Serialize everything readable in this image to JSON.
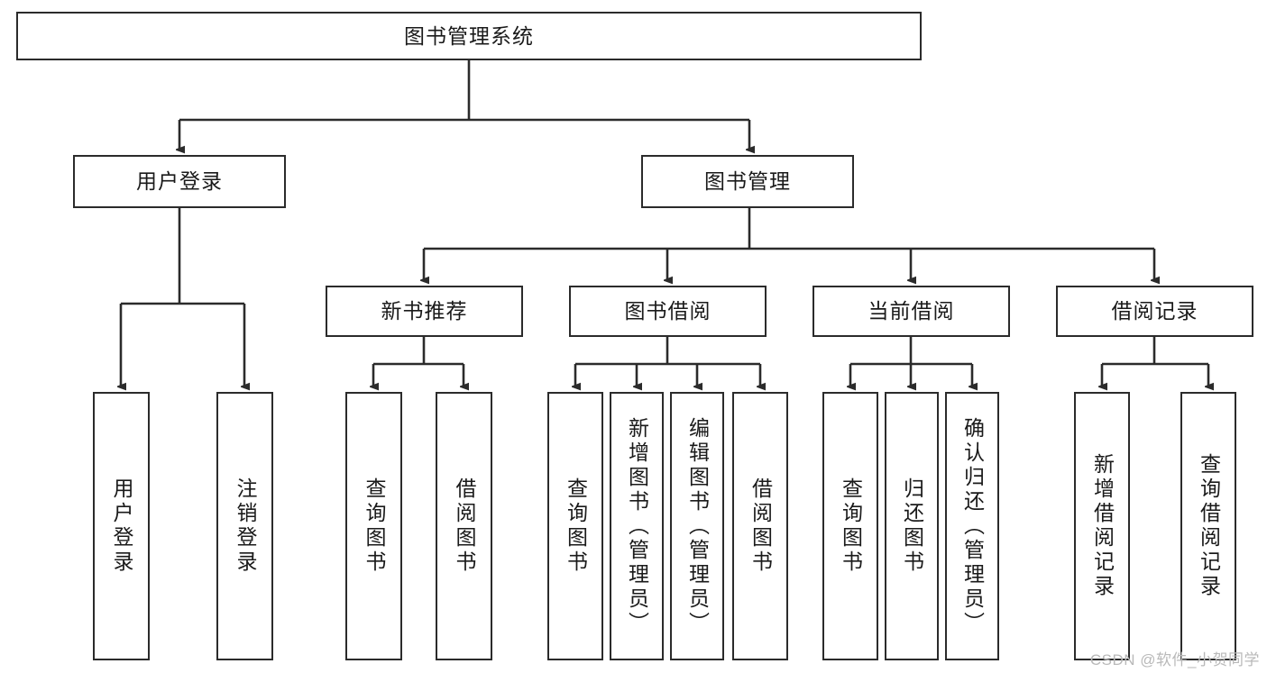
{
  "diagram": {
    "title": "图书管理系统",
    "watermark": "CSDN @软件_小贺同学",
    "colors": {
      "box_border": "#2b2b2b",
      "box_fill": "#ffffff",
      "edge": "#2b2b2b",
      "text": "#1a1a1a",
      "watermark": "#b9b9b9",
      "background": "#ffffff"
    },
    "levels": {
      "root": "图书管理系统",
      "level2": [
        "用户登录",
        "图书管理"
      ],
      "level3": [
        "新书推荐",
        "图书借阅",
        "当前借阅",
        "借阅记录"
      ]
    },
    "nodes": {
      "root": {
        "label": "图书管理系统"
      },
      "user_login": {
        "label": "用户登录"
      },
      "book_manage": {
        "label": "图书管理"
      },
      "new_book_rec": {
        "label": "新书推荐"
      },
      "book_borrow": {
        "label": "图书借阅"
      },
      "current_borrow": {
        "label": "当前借阅"
      },
      "borrow_record": {
        "label": "借阅记录"
      },
      "leaf_user_login": {
        "label": "用户登录"
      },
      "leaf_logout": {
        "label": "注销登录"
      },
      "leaf_query_book_1": {
        "label": "查询图书"
      },
      "leaf_borrow_book_1": {
        "label": "借阅图书"
      },
      "leaf_query_book_2": {
        "label": "查询图书"
      },
      "leaf_add_book_admin": {
        "label": "新增图书（管理员）"
      },
      "leaf_edit_book_admin": {
        "label": "编辑图书（管理员）"
      },
      "leaf_borrow_book_2": {
        "label": "借阅图书"
      },
      "leaf_query_book_3": {
        "label": "查询图书"
      },
      "leaf_return_book": {
        "label": "归还图书"
      },
      "leaf_confirm_return_admin": {
        "label": "确认归还（管理员）"
      },
      "leaf_add_borrow_record": {
        "label": "新增借阅记录"
      },
      "leaf_query_borrow_record": {
        "label": "查询借阅记录"
      }
    },
    "edges": [
      {
        "from": "root",
        "to": "用户登录"
      },
      {
        "from": "root",
        "to": "图书管理"
      },
      {
        "from": "用户登录",
        "to": "用户登录"
      },
      {
        "from": "用户登录",
        "to": "注销登录"
      },
      {
        "from": "图书管理",
        "to": "新书推荐"
      },
      {
        "from": "图书管理",
        "to": "图书借阅"
      },
      {
        "from": "图书管理",
        "to": "当前借阅"
      },
      {
        "from": "图书管理",
        "to": "借阅记录"
      },
      {
        "from": "新书推荐",
        "to": "查询图书"
      },
      {
        "from": "新书推荐",
        "to": "借阅图书"
      },
      {
        "from": "图书借阅",
        "to": "查询图书"
      },
      {
        "from": "图书借阅",
        "to": "新增图书（管理员）"
      },
      {
        "from": "图书借阅",
        "to": "编辑图书（管理员）"
      },
      {
        "from": "图书借阅",
        "to": "借阅图书"
      },
      {
        "from": "当前借阅",
        "to": "查询图书"
      },
      {
        "from": "当前借阅",
        "to": "归还图书"
      },
      {
        "from": "当前借阅",
        "to": "确认归还（管理员）"
      },
      {
        "from": "借阅记录",
        "to": "新增借阅记录"
      },
      {
        "from": "借阅记录",
        "to": "查询借阅记录"
      }
    ]
  }
}
